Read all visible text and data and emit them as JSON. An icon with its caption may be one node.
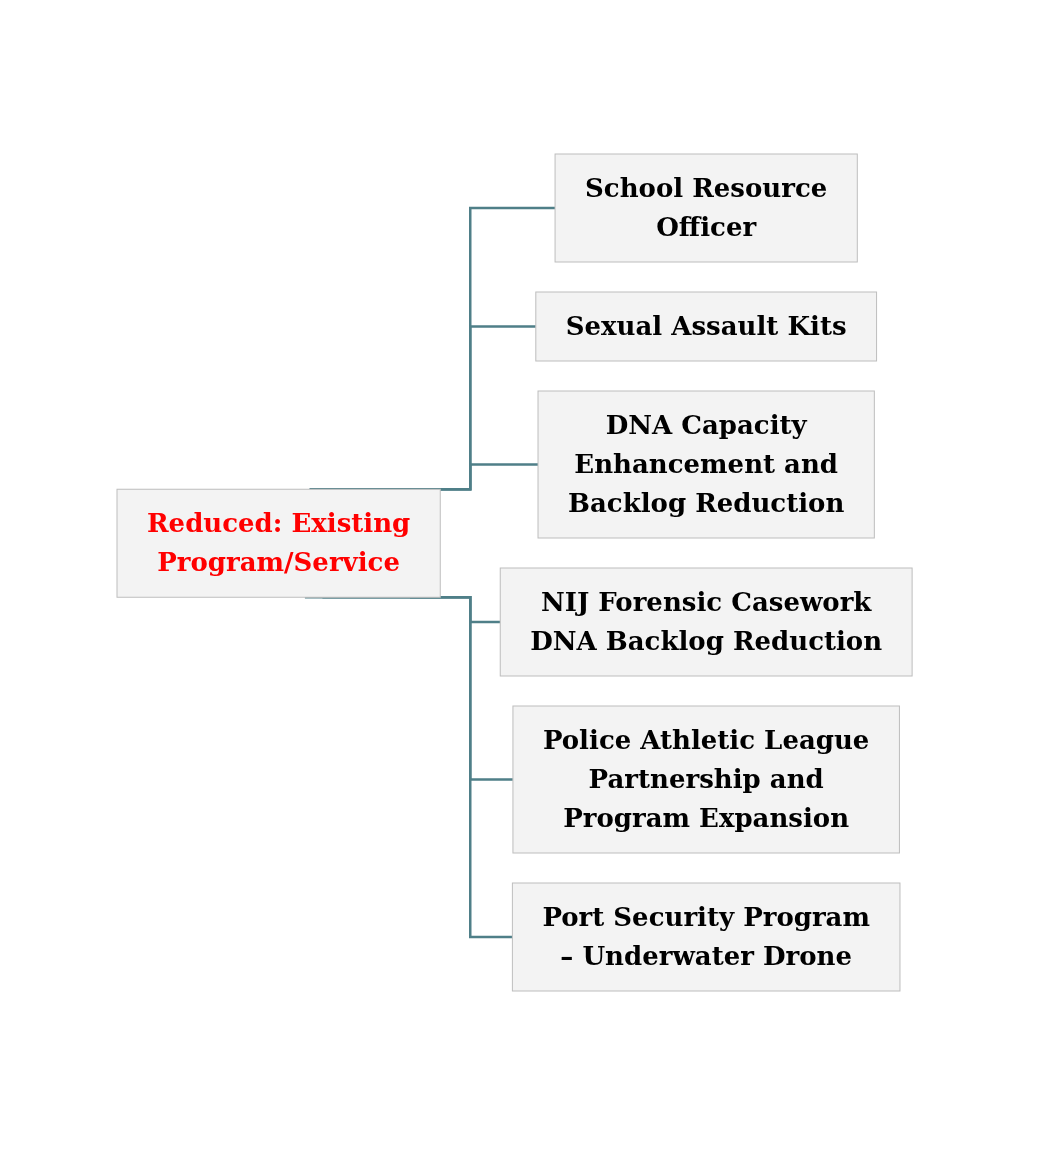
{
  "diagram": {
    "nodes": [
      {
        "text": [
          "Reduced: Existing Program/Service"
        ]
      },
      {
        "text": [
          "School Resource Officer"
        ]
      },
      {
        "text": [
          "Sexual Assault Kits"
        ]
      },
      {
        "text": [
          "DNA Capacity Enhancement and Backlog Reduction"
        ]
      },
      {
        "text": [
          "NIJ Forensic Casework DNA Backlog Reduction"
        ]
      },
      {
        "text": [
          "Police Athletic League Partnership and Program Expansion"
        ]
      },
      {
        "text": [
          "Port Security Program – Underwater Drone"
        ]
      }
    ],
    "edges": [
      {
        "from": 0,
        "to": 1,
        "arrow": "none"
      },
      {
        "from": 0,
        "to": 2,
        "arrow": "none"
      },
      {
        "from": 0,
        "to": 3,
        "arrow": "none"
      },
      {
        "from": 0,
        "to": 4,
        "arrow": "none"
      },
      {
        "from": 0,
        "to": 5,
        "arrow": "none"
      },
      {
        "from": 0,
        "to": 6,
        "arrow": "none"
      }
    ]
  }
}
